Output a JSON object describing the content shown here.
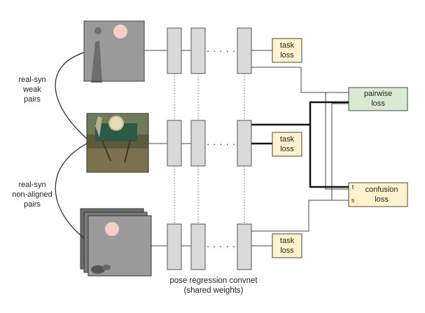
{
  "left_labels": {
    "weak_pairs": [
      "real-syn",
      "weak",
      "pairs"
    ],
    "nonaligned_pairs": [
      "real-syn",
      "non-aligned",
      "pairs"
    ]
  },
  "task_loss": [
    "task",
    "loss"
  ],
  "pairwise_loss": [
    "pairwise",
    "loss"
  ],
  "confusion_loss": [
    "confusion",
    "loss"
  ],
  "confusion_ports": {
    "top": "t",
    "bottom": "s"
  },
  "caption": [
    "pose regression convnet",
    "(shared weights)"
  ],
  "ellipsis": ". . . . .",
  "colors": {
    "layer_fill": "#d9d9d9",
    "task_loss_fill": "#fff2cc",
    "pairwise_fill": "#d9ead3",
    "confusion_fill": "#fff2cc",
    "stroke": "#555555"
  }
}
